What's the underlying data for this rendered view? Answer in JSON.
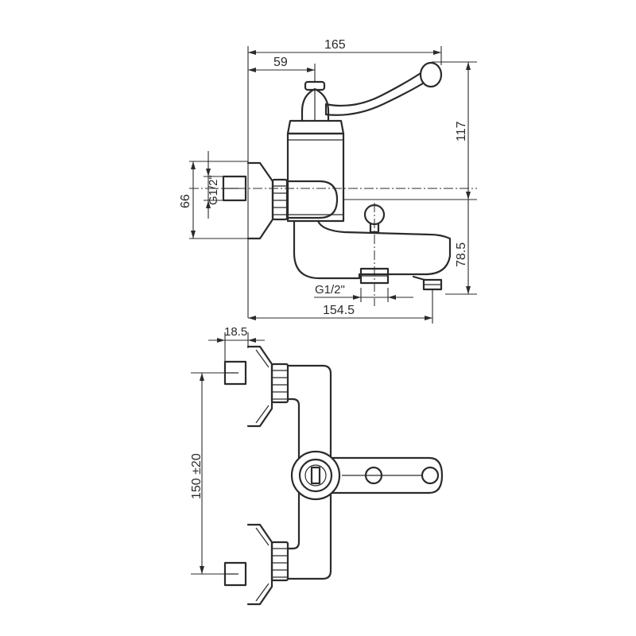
{
  "dimensions": {
    "overall_width": "165",
    "handle_offset": "59",
    "height_total": "117",
    "inlet_center": "66",
    "inlet_thread": "G1/2\"",
    "spout_height": "78.5",
    "shower_thread": "G1/2\"",
    "spout_projection": "154.5",
    "wall_offset": "18.5",
    "inlet_spacing": "150 ±20"
  }
}
